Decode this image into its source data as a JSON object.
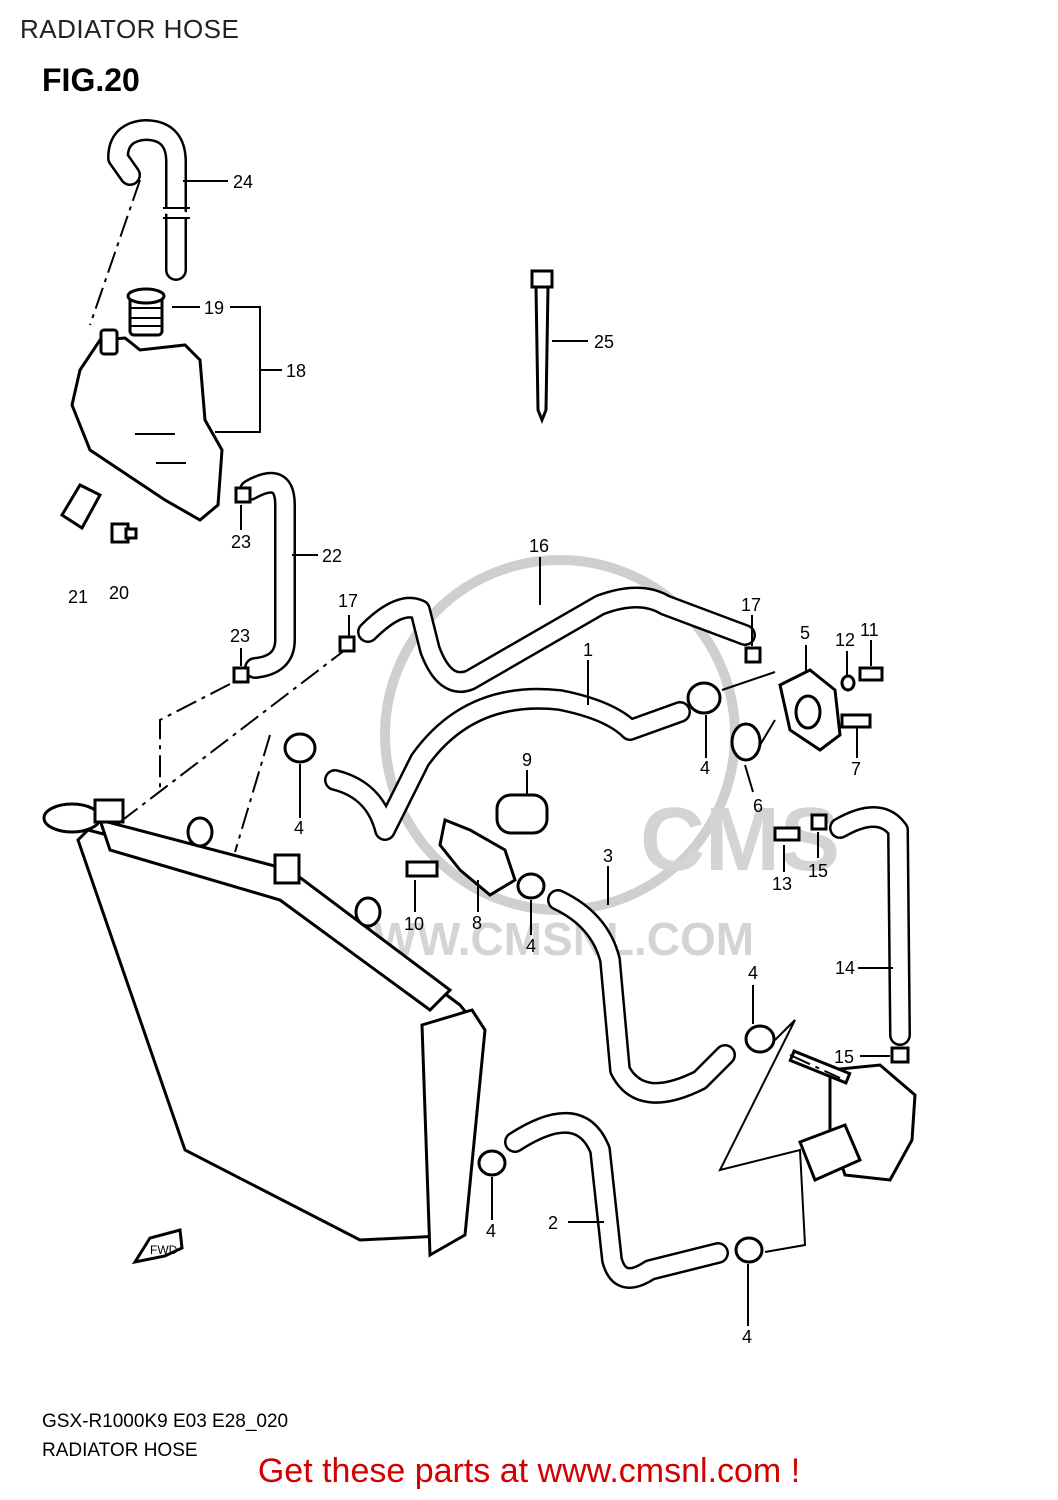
{
  "header": {
    "title": "RADIATOR HOSE"
  },
  "figure": {
    "label": "FIG.20"
  },
  "footer": {
    "model_code": "GSX-R1000K9 E03 E28_020",
    "subtitle": "RADIATOR HOSE",
    "promo": "Get these parts at www.cmsnl.com !"
  },
  "watermark": {
    "brand": "CMS",
    "url": "WWW.CMSNL.COM"
  },
  "fwd_marker": "FWD",
  "callouts": [
    {
      "id": "c24",
      "text": "24"
    },
    {
      "id": "c19",
      "text": "19"
    },
    {
      "id": "c18",
      "text": "18"
    },
    {
      "id": "c25",
      "text": "25"
    },
    {
      "id": "c23a",
      "text": "23"
    },
    {
      "id": "c22",
      "text": "22"
    },
    {
      "id": "c21",
      "text": "21"
    },
    {
      "id": "c20",
      "text": "20"
    },
    {
      "id": "c16",
      "text": "16"
    },
    {
      "id": "c17a",
      "text": "17"
    },
    {
      "id": "c17b",
      "text": "17"
    },
    {
      "id": "c23b",
      "text": "23"
    },
    {
      "id": "c5",
      "text": "5"
    },
    {
      "id": "c12",
      "text": "12"
    },
    {
      "id": "c11",
      "text": "11"
    },
    {
      "id": "c1",
      "text": "1"
    },
    {
      "id": "c4a",
      "text": "4"
    },
    {
      "id": "c7",
      "text": "7"
    },
    {
      "id": "c9",
      "text": "9"
    },
    {
      "id": "c4b",
      "text": "4"
    },
    {
      "id": "c6",
      "text": "6"
    },
    {
      "id": "c3",
      "text": "3"
    },
    {
      "id": "c13",
      "text": "13"
    },
    {
      "id": "c15a",
      "text": "15"
    },
    {
      "id": "c10",
      "text": "10"
    },
    {
      "id": "c8",
      "text": "8"
    },
    {
      "id": "c4c",
      "text": "4"
    },
    {
      "id": "c14",
      "text": "14"
    },
    {
      "id": "c4d",
      "text": "4"
    },
    {
      "id": "c15b",
      "text": "15"
    },
    {
      "id": "c2",
      "text": "2"
    },
    {
      "id": "c4e",
      "text": "4"
    },
    {
      "id": "c4f",
      "text": "4"
    }
  ]
}
